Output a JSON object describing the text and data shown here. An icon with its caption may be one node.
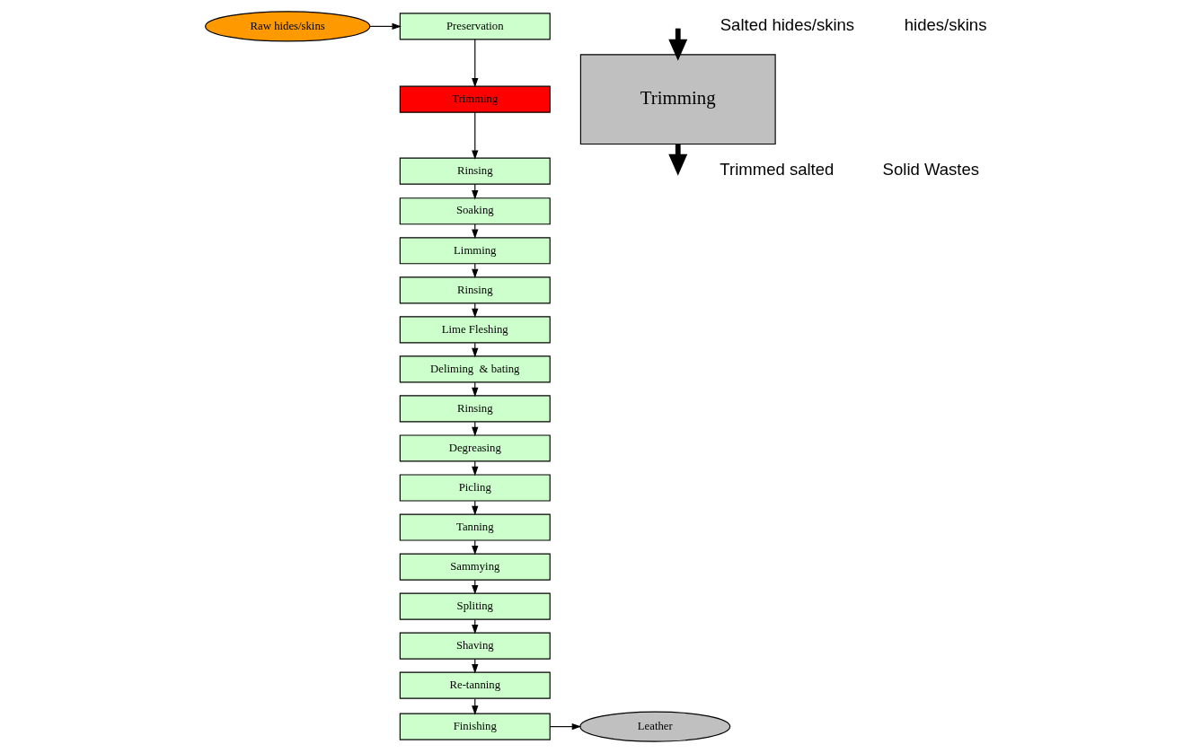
{
  "diagram": {
    "nodes": [
      {
        "text": [
          "Raw hides/skins"
        ]
      },
      {
        "text": [
          "Preservation"
        ]
      },
      {
        "text": [
          "Trimming"
        ]
      },
      {
        "text": [
          "Rinsing"
        ]
      },
      {
        "text": [
          "Soaking"
        ]
      },
      {
        "text": [
          "Limming"
        ]
      },
      {
        "text": [
          "Rinsing"
        ]
      },
      {
        "text": [
          "Lime Fleshing"
        ]
      },
      {
        "text": [
          "Deliming  & bating"
        ]
      },
      {
        "text": [
          "Rinsing"
        ]
      },
      {
        "text": [
          "Degreasing"
        ]
      },
      {
        "text": [
          "Picling"
        ]
      },
      {
        "text": [
          "Tanning"
        ]
      },
      {
        "text": [
          "Sammying"
        ]
      },
      {
        "text": [
          "Spliting"
        ]
      },
      {
        "text": [
          "Shaving"
        ]
      },
      {
        "text": [
          "Re-tanning"
        ]
      },
      {
        "text": [
          "Finishing"
        ]
      },
      {
        "text": [
          "Leather"
        ]
      },
      {
        "text": [
          "Trimming"
        ]
      }
    ],
    "edges": [
      {
        "from": 0,
        "to": 1,
        "arrow": "to"
      },
      {
        "from": 1,
        "to": 2,
        "arrow": "to"
      },
      {
        "from": 2,
        "to": 3,
        "arrow": "to"
      },
      {
        "from": 3,
        "to": 4,
        "arrow": "to"
      },
      {
        "from": 4,
        "to": 5,
        "arrow": "to"
      },
      {
        "from": 5,
        "to": 6,
        "arrow": "to"
      },
      {
        "from": 6,
        "to": 7,
        "arrow": "to"
      },
      {
        "from": 7,
        "to": 8,
        "arrow": "to"
      },
      {
        "from": 8,
        "to": 9,
        "arrow": "to"
      },
      {
        "from": 9,
        "to": 10,
        "arrow": "to"
      },
      {
        "from": 10,
        "to": 11,
        "arrow": "to"
      },
      {
        "from": 11,
        "to": 12,
        "arrow": "to"
      },
      {
        "from": 12,
        "to": 13,
        "arrow": "to"
      },
      {
        "from": 13,
        "to": 14,
        "arrow": "to"
      },
      {
        "from": 14,
        "to": 15,
        "arrow": "to"
      },
      {
        "from": 15,
        "to": 16,
        "arrow": "to"
      },
      {
        "from": 16,
        "to": 17,
        "arrow": "to"
      },
      {
        "from": 17,
        "to": 18,
        "arrow": "to"
      },
      {
        "from": null,
        "to": 19,
        "arrow": "to",
        "style": "thick"
      },
      {
        "from": 19,
        "to": null,
        "arrow": "to",
        "style": "thick"
      }
    ],
    "labels": [
      "Salted hides/skins",
      "hides/skins",
      "Trimmed salted",
      "Solid Wastes"
    ]
  }
}
